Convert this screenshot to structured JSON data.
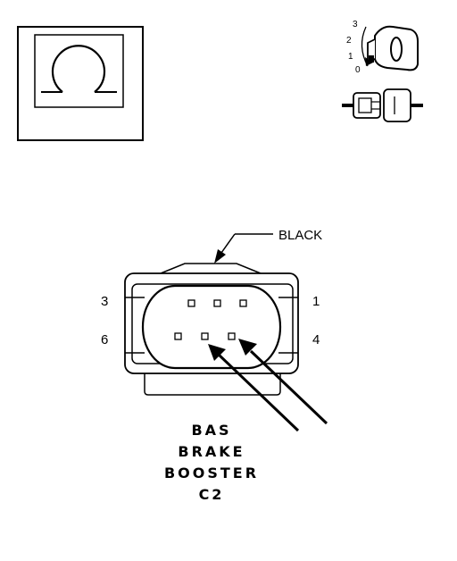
{
  "meter_symbol": "ohm-icon",
  "ignition": {
    "positions": [
      "3",
      "2",
      "1",
      "0"
    ],
    "icon": "ignition-key-icon",
    "connector_icon": "disconnected-connector-icon"
  },
  "wire_color": "BLACK",
  "pins": {
    "top_left": "3",
    "top_right": "1",
    "bottom_left": "6",
    "bottom_right": "4"
  },
  "title_lines": [
    "BAS",
    "BRAKE",
    "BOOSTER",
    "C2"
  ]
}
